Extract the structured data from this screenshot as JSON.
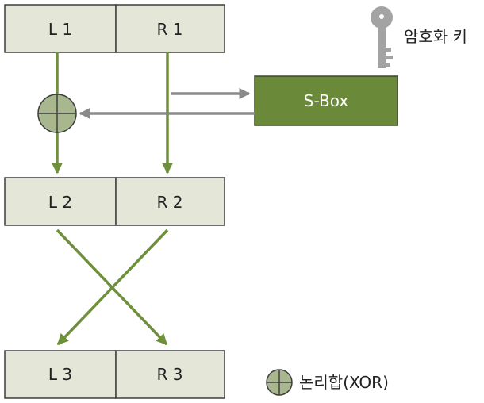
{
  "blocks": {
    "L1": "L 1",
    "R1": "R 1",
    "L2": "L 2",
    "R2": "R 2",
    "L3": "L 3",
    "R3": "R 3"
  },
  "sbox": {
    "label": "S-Box"
  },
  "key": {
    "label": "암호화 키",
    "icon": "key-icon"
  },
  "legend": {
    "xor_label": "논리합(XOR)",
    "icon": "xor-symbol-icon"
  },
  "colors": {
    "cell_fill": "#e4e6d8",
    "sbox_fill": "#6a8a3a",
    "green_arrow": "#6e8f3c",
    "gray_arrow": "#8a8a8a",
    "xor_fill": "#a9b78f",
    "key_gray": "#a3a3a3"
  }
}
